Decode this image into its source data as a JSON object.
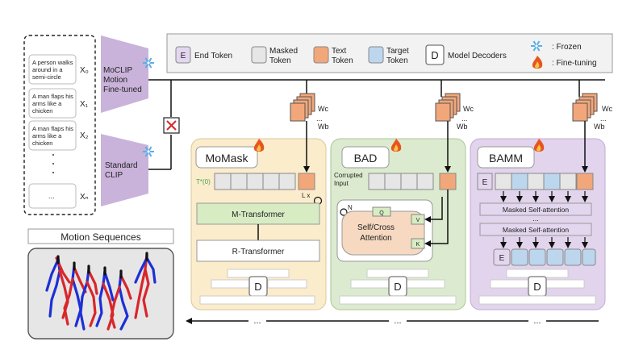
{
  "legend": {
    "end_token": {
      "glyph": "E",
      "label": "End Token"
    },
    "masked_token": {
      "label_l1": "Masked",
      "label_l2": "Token"
    },
    "text_token": {
      "label_l1": "Text",
      "label_l2": "Token"
    },
    "target_token": {
      "label_l1": "Target",
      "label_l2": "Token"
    },
    "model_decoders": {
      "glyph": "D",
      "label": "Model Decoders"
    },
    "frozen": {
      "label": ": Frozen",
      "icon": "snowflake-icon"
    },
    "fine_tuning": {
      "label": ": Fine-tuning",
      "icon": "flame-icon"
    }
  },
  "colors": {
    "end_token": "#e3d6ef",
    "masked_token": "#e6e6e6",
    "text_token": "#f2a77a",
    "target_token": "#bcd6ee",
    "encoder": "#c9b3da",
    "momask_bg": "#fbeccc",
    "bad_bg": "#dcebcf",
    "bamm_bg": "#e2d4ec",
    "transformer": "#d8ecc4",
    "snowflake": "#5aaee6",
    "flame": "#e8541e"
  },
  "prompts": [
    {
      "text_l1": "A person walks",
      "text_l2": "around in a",
      "text_l3": "semi-circle",
      "var": "X₀"
    },
    {
      "text_l1": "A man flaps his",
      "text_l2": "arms like a",
      "text_l3": "chicken",
      "var": "X₁"
    },
    {
      "text_l1": "A man flaps his",
      "text_l2": "arms like a",
      "text_l3": "chicken",
      "var": "X₂"
    },
    {
      "text_l1": "...",
      "var": "Xₙ"
    }
  ],
  "encoders": {
    "moclip": {
      "l1": "MoCLIP",
      "l2": "Motion",
      "l3": "Fine-tuned"
    },
    "clip": {
      "l1": "Standard",
      "l2": "CLIP"
    }
  },
  "embeddings": {
    "wc": "Wc",
    "wb": "Wb",
    "dots": "..."
  },
  "momask": {
    "title": "MoMask",
    "t_label": "T*(0)",
    "l_label": "L x",
    "m_transformer": "M-Transformer",
    "r_transformer": "R-Transformer",
    "decoder": "D"
  },
  "bad": {
    "title": "BAD",
    "corrupted_l1": "Corrupted",
    "corrupted_l2": "Input",
    "n_label": "N",
    "attn_l1": "Self/Cross",
    "attn_l2": "Attention",
    "q": "Q",
    "v": "V",
    "k": "K",
    "decoder": "D"
  },
  "bamm": {
    "title": "BAMM",
    "e": "E",
    "msa1": "Masked Self-attention",
    "msa_dots": "...",
    "msa2": "Masked Self-attention",
    "decoder": "D"
  },
  "motion": {
    "title": "Motion Sequences"
  },
  "bottom_dots": "..."
}
